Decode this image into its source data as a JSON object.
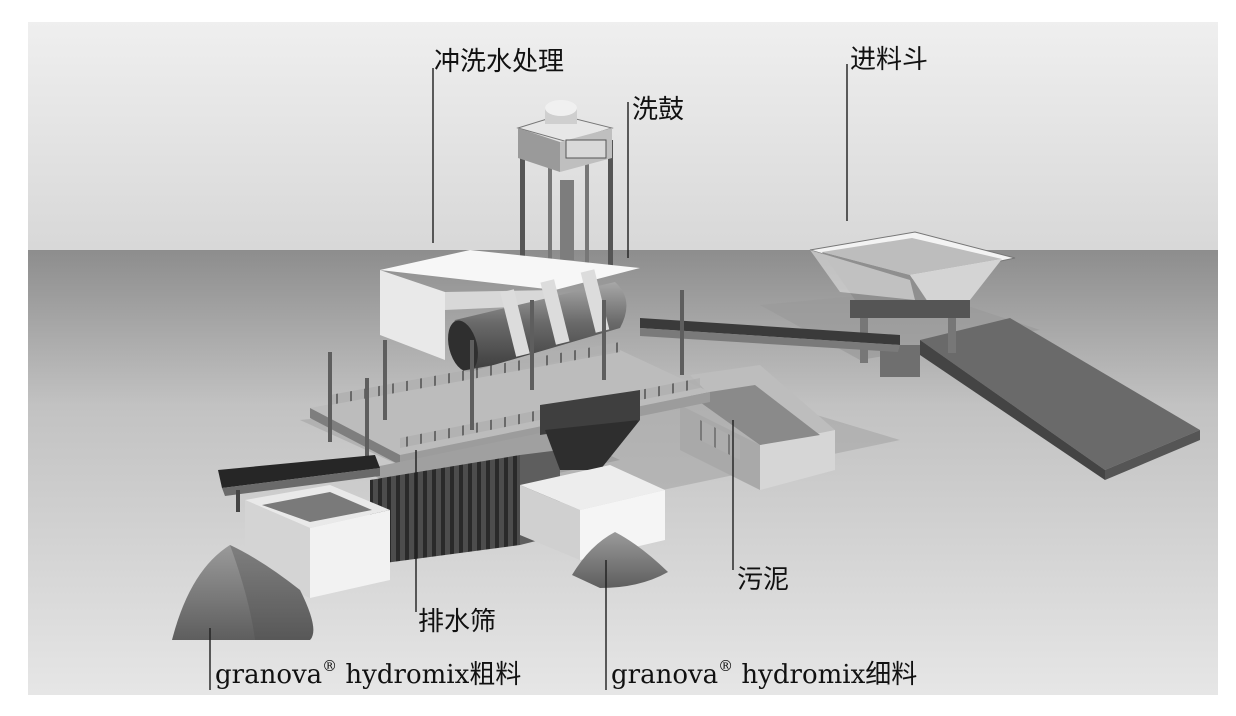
{
  "labels": {
    "washwater": "冲洗水处理",
    "drum": "洗鼓",
    "hopper": "进料斗",
    "sludge": "污泥",
    "dewater": "排水筛",
    "coarse": {
      "brand": "granova",
      "mark": "®",
      "rest": " hydromix粗料"
    },
    "fine": {
      "brand": "granova",
      "mark": "®",
      "rest": " hydromix细料"
    }
  }
}
